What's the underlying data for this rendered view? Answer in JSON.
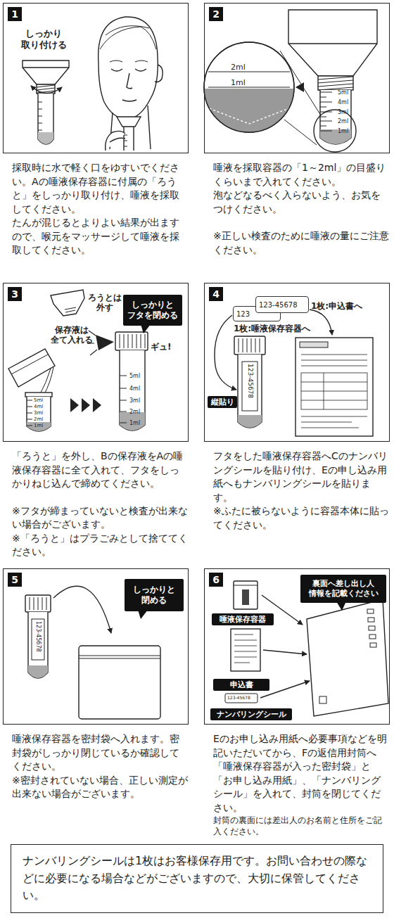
{
  "diagram": {
    "nodes": [
      {
        "text": [
          "1",
          "採取時に水で軽く口をゆすいでください。Aの唾液保存容器に付属の「ろうと」をしっかり取り付け、唾液を採取してください。",
          "たんが混じるとよりよい結果が出ますので、喉元をマッサージして唾液を採取してください。"
        ]
      },
      {
        "text": [
          "2",
          "唾液を採取容器の「1～2ml」の目盛りくらいまで入れてください。",
          "泡などなるべく入らないよう、お気をつけください。",
          "※正しい検査のために唾液の量にご注意ください。"
        ]
      },
      {
        "text": [
          "3",
          "「ろうと」を外し、Bの保存液をAの唾液保存容器に全て入れて、フタをしっかりねじ込んで締めてください。",
          "※フタが締まっていないと検査が出来ない場合がございます。",
          "※「ろうと」はプラごみとして捨ててください。"
        ]
      },
      {
        "text": [
          "しっかりと フタを閉める"
        ],
        "in": 2
      },
      {
        "text": [
          "4",
          "フタをした唾液保存容器へCのナンバリングシールを貼り付け、Eの申し込み用紙へもナンバリングシールを貼ります。",
          "※ふたに被らないように容器本体に貼ってください。"
        ]
      },
      {
        "text": [
          "123"
        ],
        "in": 4
      },
      {
        "text": [
          "123-45678"
        ],
        "in": 4
      },
      {
        "text": [
          "縦貼り"
        ],
        "in": 4
      },
      {
        "text": [
          "5",
          "唾液保存容器を密封袋へ入れます。密封袋がしっかり閉じているか確認してください。",
          "※密封されていない場合、正しい測定が出来ない場合がございます。"
        ]
      },
      {
        "text": [
          "しっかりと 閉める"
        ],
        "in": 8
      },
      {
        "text": [
          "6",
          "Eのお申し込み用紙へ必要事項などを明記いただいてから、Fの返信用封筒へ「唾液保存容器が入った密封袋」と「お申し込み用紙」、「ナンバリングシール」を入れて、封筒を閉じてください。",
          "封筒の裏面には差出人のお名前と住所をご記入ください。"
        ]
      },
      {
        "text": [
          "裏面へ差し出し人 情報を記載ください"
        ],
        "in": 10
      },
      {
        "text": [
          "唾液保存容器"
        ],
        "in": 10
      },
      {
        "text": [
          "申込書"
        ],
        "in": 10
      },
      {
        "text": [
          "ナンバリングシール"
        ],
        "in": 10
      },
      {
        "text": [
          "ナンバリングシールは1枚はお客様保存用です。お問い合わせの際などに必要になる場合などがございますので、大切に保管してください。"
        ]
      }
    ],
    "labels": [
      "しっかり 取り付ける",
      "2ml",
      "1ml",
      "5ml",
      "4ml",
      "3ml",
      "2ml",
      "1ml",
      "ろうとは 外す",
      "保存液は 全て入れる",
      "5ml",
      "4ml",
      "3ml",
      "2ml",
      "1ml",
      "ギュ!",
      "5ml",
      "4ml",
      "3ml",
      "2ml",
      "1ml",
      "1枚:申込書へ",
      "1枚:唾液保存容器へ",
      "123-45678",
      "123-45678",
      "123-45678"
    ]
  }
}
